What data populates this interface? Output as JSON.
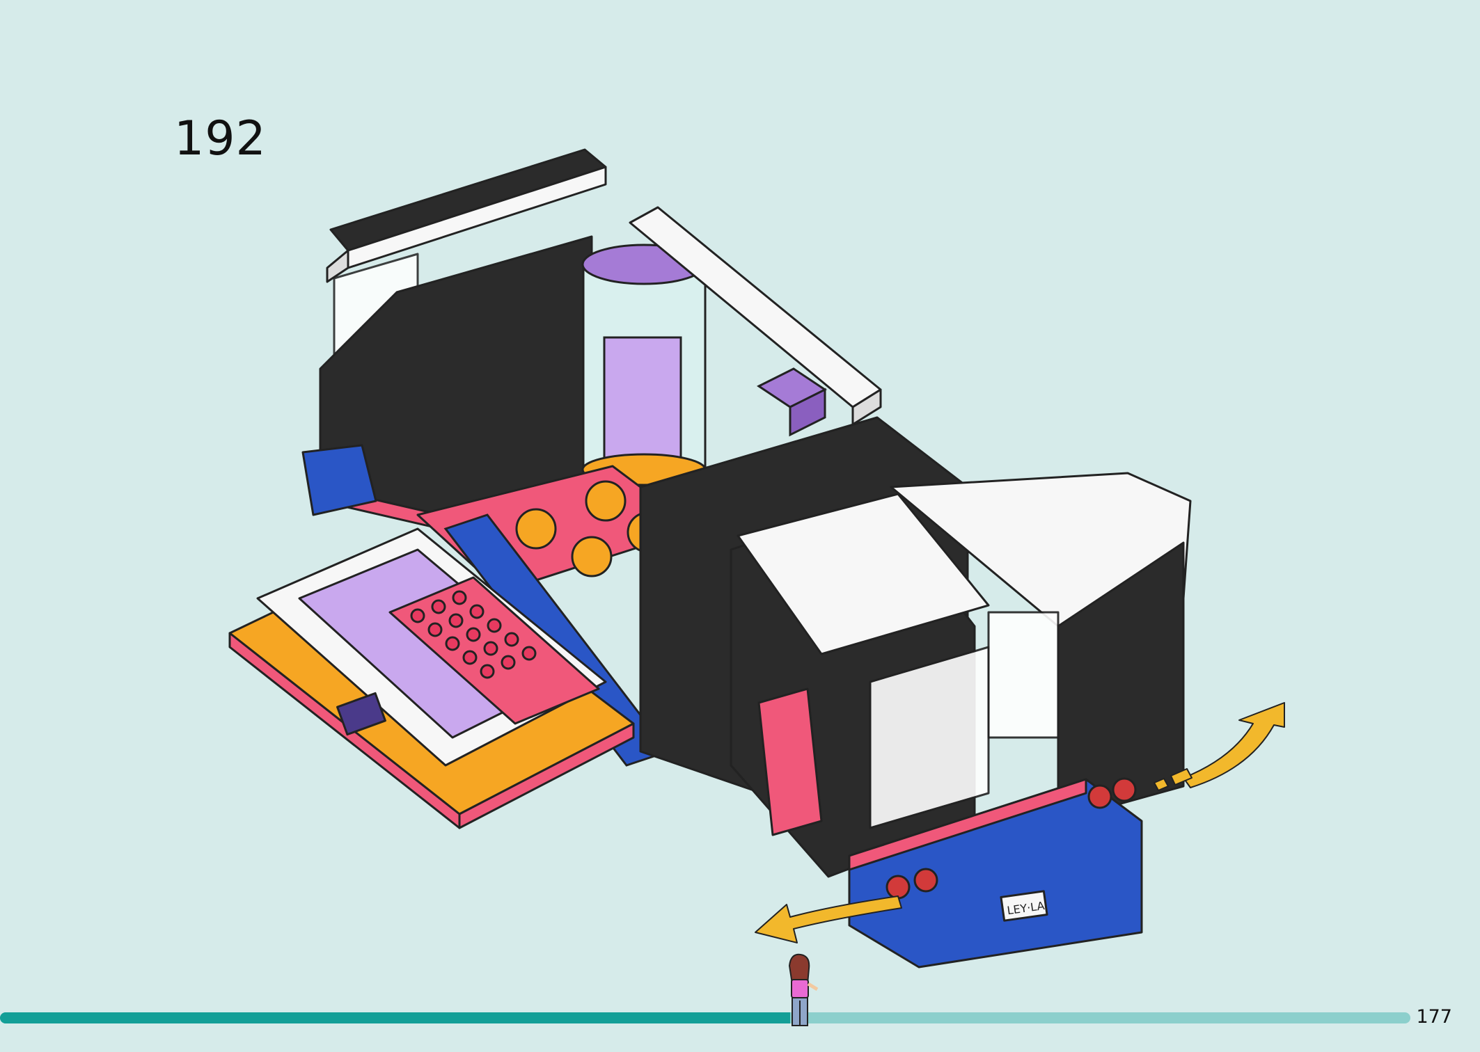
{
  "step": {
    "number": "192"
  },
  "page": {
    "number": "177"
  },
  "progress": {
    "fraction": 0.56
  },
  "colors": {
    "background": "#d6ebea",
    "progress_track": "#8ccfcc",
    "progress_fill": "#139f97",
    "arrow": "#f2b82c",
    "black_brick": "#2b2b2b",
    "pink_brick": "#f0587a",
    "purple_brick": "#a57bd6",
    "orange_brick": "#f6a623",
    "blue_brick": "#2a56c6",
    "white_brick": "#f7f7f7"
  },
  "illustration": {
    "license_plate": "LEY·LA",
    "icons": [
      "rotate-arrow-left-icon",
      "rotate-arrow-right-icon",
      "minifigure-icon"
    ]
  }
}
